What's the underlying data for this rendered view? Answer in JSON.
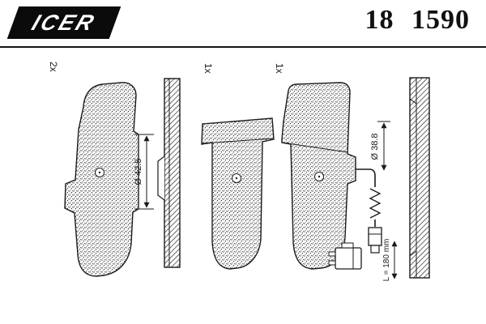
{
  "header": {
    "brand": "ICER",
    "part_number": "18 1590"
  },
  "annotations": {
    "qty_left_pad": "2x",
    "qty_middle_pad": "1x",
    "qty_right_pad": "1x"
  },
  "dimensions": {
    "left_diameter": "Ø 42.5",
    "right_diameter": "Ø 38.8",
    "sensor_wire_length": "L = 180 mm"
  },
  "colors": {
    "ink": "#1a1a1a",
    "paper": "#ffffff",
    "logo_bg": "#0b0b0b",
    "logo_text": "#ffffff"
  }
}
